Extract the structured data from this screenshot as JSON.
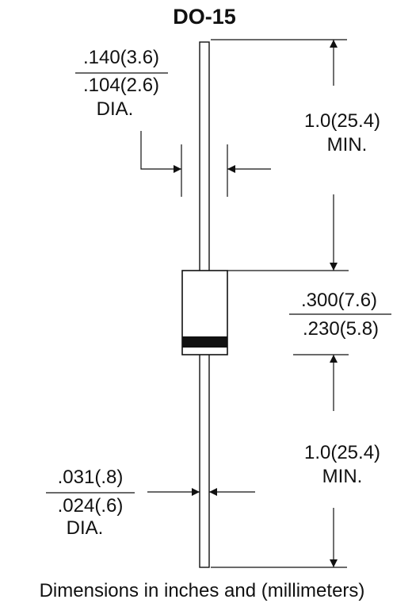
{
  "title": "DO-15",
  "lead_diameter_top": {
    "max": ".140(3.6)",
    "min": ".104(2.6)",
    "suffix": "DIA."
  },
  "lead_length_top": {
    "value": "1.0(25.4)",
    "suffix": "MIN."
  },
  "body_length": {
    "max": ".300(7.6)",
    "min": ".230(5.8)"
  },
  "lead_length_bottom": {
    "value": "1.0(25.4)",
    "suffix": "MIN."
  },
  "lead_diameter_bottom": {
    "max": ".031(.8)",
    "min": ".024(.6)",
    "suffix": "DIA."
  },
  "caption": "Dimensions in inches and (millimeters)",
  "colors": {
    "ink": "#111111",
    "background": "#ffffff"
  }
}
